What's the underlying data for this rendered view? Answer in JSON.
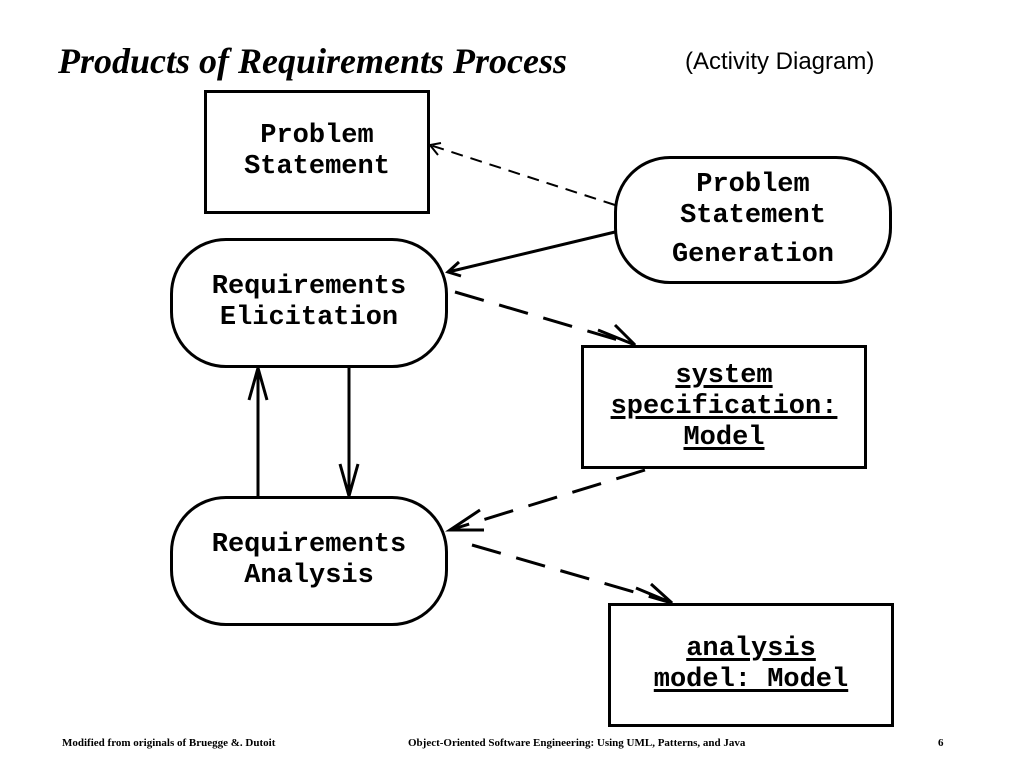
{
  "slide": {
    "title": "Products of Requirements Process",
    "subtitle": "(Activity Diagram)"
  },
  "nodes": {
    "problem_statement": [
      "Problem",
      "Statement"
    ],
    "problem_statement_generation": [
      "Problem",
      "Statement",
      "Generation"
    ],
    "requirements_elicitation": [
      "Requirements",
      "Elicitation"
    ],
    "system_specification": [
      "system",
      "specification:",
      "Model"
    ],
    "requirements_analysis": [
      "Requirements",
      "Analysis"
    ],
    "analysis_model": [
      "analysis",
      "model: Model"
    ]
  },
  "footer": {
    "left": "Modified from originals of Bruegge &. Dutoit",
    "center": "Object-Oriented Software Engineering: Using UML, Patterns, and Java",
    "page": "6"
  }
}
